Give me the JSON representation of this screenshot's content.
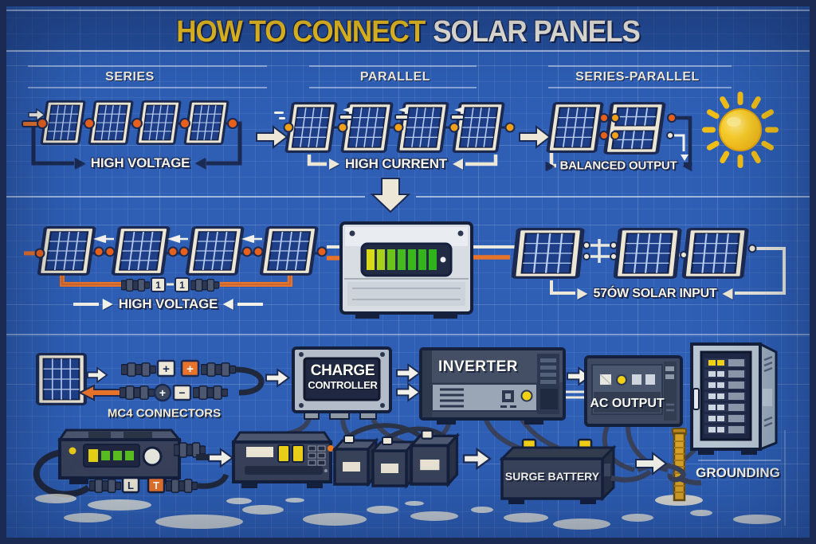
{
  "title": {
    "highlight": "HOW TO CONNECT",
    "rest": "SOLAR PANELS"
  },
  "row1": {
    "series": {
      "header": "SERIES",
      "label": "HIGH VOLTAGE"
    },
    "parallel": {
      "header": "PARALLEL",
      "label": "HIGH CURRENT"
    },
    "series_parallel": {
      "header": "SERIES-PARALLEL",
      "label": "BALANCED OUTPUT"
    }
  },
  "row2": {
    "left_label": "HIGH VOLTAGE",
    "right_label": "57ÓW SOLAR INPUT",
    "inline_connector_badge": "1"
  },
  "row3": {
    "mc4_label": "MC4 CONNECTORS",
    "charge_controller": {
      "line1": "CHARGE",
      "line2": "CONTROLLER"
    },
    "inverter_label": "INVERTER",
    "ac_output_label": "AC OUTPUT",
    "surge_battery_label": "SURGE BATTERY",
    "grounding_label": "GROUNDING",
    "badges": {
      "plus": "+",
      "minus": "−",
      "l": "L",
      "t": "T"
    }
  },
  "colors": {
    "blueprint_blue": "#2e5fb5",
    "navy_outline": "#1b2a52",
    "accent_orange": "#e8732a",
    "accent_yellow": "#f2c81d",
    "led_green": "#4db81e",
    "cream": "#ece7d6"
  }
}
